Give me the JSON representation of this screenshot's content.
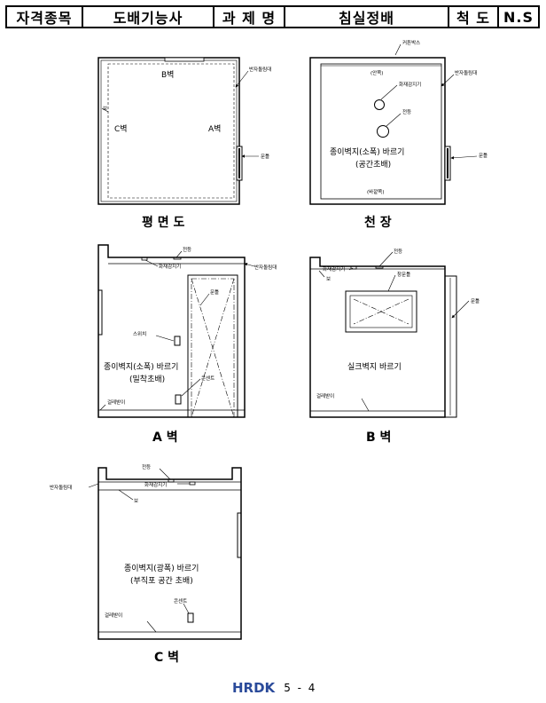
{
  "header": {
    "label1": "자격종목",
    "value1": "도배기능사",
    "label2": "과 제 명",
    "value2": "침실정배",
    "label3": "척 도",
    "value3": "N.S"
  },
  "plan": {
    "title": "평 면 도",
    "wall_b": "B벽",
    "wall_c": "C벽",
    "wall_a": "A벽",
    "beam": "보",
    "baseboard_top": "반자돌림대",
    "door_frame": "문틀"
  },
  "ceiling": {
    "title": "천 장",
    "curtain_box": "커튼박스",
    "baseboard_top": "반자돌림대",
    "inside": "(안쪽)",
    "fire_detector": "화재감지기",
    "light": "전등",
    "wallpaper": "종이벽지(소폭) 바르기",
    "method": "(공간초배)",
    "door_frame": "문틀",
    "outside": "(바깥쪽)"
  },
  "wall_a": {
    "title": "A 벽",
    "light": "전등",
    "fire_detector": "화재감지기",
    "baseboard_top": "반자돌림대",
    "door_frame": "문틀",
    "switch": "스위치",
    "wallpaper": "종이벽지(소폭) 바르기",
    "method": "(밀착초배)",
    "outlet": "콘센트",
    "skirting": "걸레받이"
  },
  "wall_b": {
    "title": "B 벽",
    "light": "전등",
    "fire_detector": "화재감지기",
    "beam": "보",
    "window_frame": "창문틀",
    "door_frame": "문틀",
    "wallpaper": "실크벽지 바르기",
    "skirting": "걸레받이"
  },
  "wall_c": {
    "title": "C 벽",
    "light": "전등",
    "baseboard_top": "반자돌림대",
    "fire_detector": "화재감지기",
    "beam": "보",
    "wallpaper": "종이벽지(광폭) 바르기",
    "method": "(부직포 공간 초배)",
    "outlet": "콘센트",
    "skirting": "걸레받이"
  },
  "footer": {
    "logo": "HRDK",
    "page": "5 - 4"
  },
  "colors": {
    "logo": "#2a4a9a",
    "line": "#000000"
  }
}
